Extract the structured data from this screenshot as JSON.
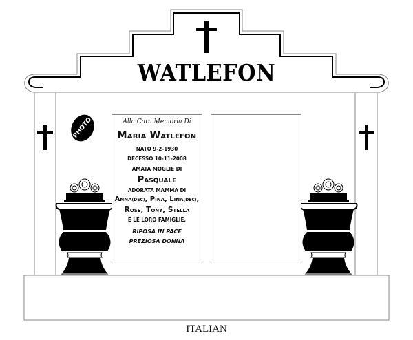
{
  "headstone": {
    "family_name": "WATLEFON",
    "style_label": "ITALIAN",
    "photo_label": "PHOTO",
    "icons": {
      "top_cross": "latin-cross-icon",
      "left_cross": "latin-cross-icon",
      "right_cross": "latin-cross-icon",
      "left_vase": "flower-vase-icon",
      "right_vase": "flower-vase-icon",
      "photo_oval": "photo-oval-icon"
    },
    "colors": {
      "ink": "#000000",
      "outline": "#8a8a8a",
      "background": "#ffffff"
    }
  },
  "epitaph": {
    "intro": "Alla Cara Memoria Di",
    "deceased_name": "Maria Watlefon",
    "born": "NATO 9-2-1930",
    "died": "DECESSO 10-11-2008",
    "wife_of_label": "AMATA MOGLIE DI",
    "spouse": "Pasquale",
    "mother_label": "ADORATA MAMMA DI",
    "children_line_1": {
      "anna": "Anna",
      "anna_note": "(DEC)",
      "sep1": ", ",
      "pina": "Pina",
      "sep2": ", ",
      "lina": "Lina",
      "lina_note": "(DEC)",
      "sep3": ","
    },
    "children_line_2": "Rose, Tony, Stella",
    "families": "E LE LORO FAMIGLIE.",
    "rest": "RIPOSA IN PACE",
    "precious": "PREZIOSA DONNA"
  }
}
